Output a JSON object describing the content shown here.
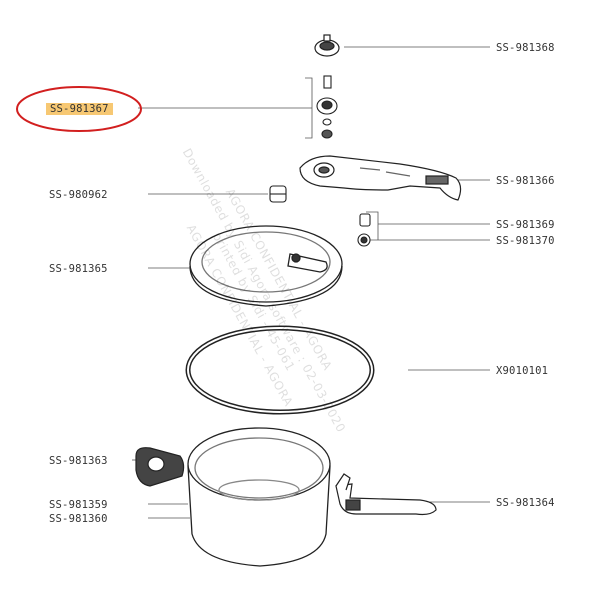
{
  "part_labels": {
    "valve_top": "SS-981368",
    "valve_assembly": "SS-981367",
    "lid_handle": "SS-981366",
    "small_valve": "SS-980962",
    "seal_a": "SS-981369",
    "seal_b": "SS-981370",
    "lid": "SS-981365",
    "gasket": "X9010101",
    "side_handle": "SS-981363",
    "pot_a": "SS-981359",
    "pot_b": "SS-981360",
    "long_handle": "SS-981364"
  },
  "highlight": {
    "color": "#f7c873",
    "ring_color": "#d21f1f"
  },
  "watermark": {
    "line1": "AGORA CONFIDENTIAL - AGORA",
    "line2": "Downloaded by Sidi Agora software : 02-03-2020",
    "line3": "printed by Sidi - 45-061",
    "line4": "AGORA CONFIDENTIAL - AGORA"
  }
}
